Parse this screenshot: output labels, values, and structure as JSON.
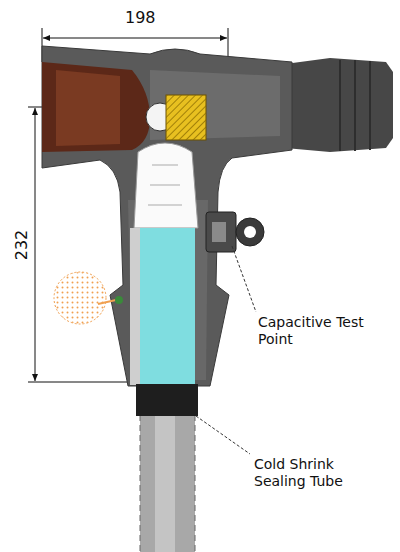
{
  "diagram": {
    "labels": [
      "198",
      "232",
      "Capacitive Test Point",
      "Cold Shrink Sealing Tube"
    ]
  }
}
